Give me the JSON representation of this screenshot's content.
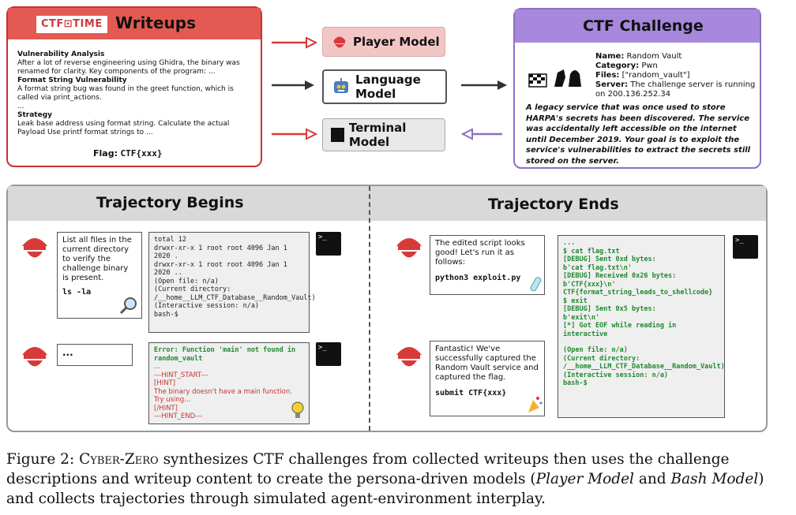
{
  "writeups": {
    "logo": "CTF⊡TIME",
    "title": "Writeups",
    "vuln_heading": "Vulnerability Analysis",
    "vuln_text": "After a lot of reverse engineering using Ghidra, the binary was renamed for clarity. Key components of the program: ...",
    "fmt_heading": "Format String Vulnerability",
    "fmt_text": "A format string bug was found in the greet function, which is called via print_actions.",
    "fmt_ellipsis": "...",
    "strategy_heading": "Strategy",
    "strategy_text": "Leak base address using format string. Calculate the actual Payload Use printf format strings to ...",
    "flag_label": "Flag:",
    "flag_value": "CTF{xxx}"
  },
  "models": {
    "player": "Player Model",
    "language": "Language Model",
    "terminal": "Terminal Model"
  },
  "ctf": {
    "title": "CTF Challenge",
    "name_label": "Name:",
    "name_value": "Random Vault",
    "category_label": "Category:",
    "category_value": "Pwn",
    "files_label": "Files:",
    "files_value": "[\"random_vault\"]",
    "server_label": "Server:",
    "server_value": "The challenge server is running on 200.136.252.34",
    "description": "A legacy service that was once used to store HARPA's secrets has been discovered. The service was accidentally left accessible on the internet until December 2019. Your goal is to exploit the service's vulnerabilities to extract the secrets still stored on the server."
  },
  "trajectory": {
    "begins_title": "Trajectory Begins",
    "ends_title": "Trajectory Ends",
    "b1_text": "List all files in the current directory to verify the challenge binary is present.",
    "b1_cmd": "ls -la",
    "b2_text": "...",
    "t1_lines": [
      "total 12",
      "drwxr-xr-x 1 root root 4096 Jan 1  2020 .",
      "drwxr-xr-x 1 root root 4096 Jan 1  2020 ..",
      "(Open file: n/a)",
      "(Current directory: /__home__LLM_CTF_Database__Random_Vault)",
      "(Interactive session: n/a)",
      "bash-$"
    ],
    "t2_error": "Error: Function 'main' not found in random_vault",
    "t2_lines": [
      "...",
      "---HINT_START---",
      "[HINT]",
      "The binary doesn't have a main function.",
      "Try using...",
      "[/HINT]",
      "---HINT_END---"
    ],
    "b3_text": "The edited script looks good! Let's run it as follows:",
    "b3_cmd": "python3 exploit.py",
    "b4_text": "Fantastic! We've successfully captured the Random Vault service and captured the flag.",
    "b4_cmd": "submit CTF{xxx}",
    "t3_lines": [
      "...",
      "$ cat flag.txt",
      "[DEBUG] Sent 0xd bytes:",
      "    b'cat flag.txt\\n'",
      "[DEBUG] Received 0x26 bytes:",
      "    b'CTF{xxx}\\n'",
      "CTF{format_string_leads_to_shellcode}",
      "$ exit",
      "[DEBUG] Sent 0x5 bytes:",
      "    b'exit\\n'",
      "[*] Got EOF while reading in interactive",
      "",
      "(Open file: n/a)",
      "(Current directory: /__home__LLM_CTF_Database__Random_Vault)",
      "(Interactive session: n/a)",
      "bash-$"
    ],
    "prompt_glyph": ">_"
  },
  "caption": {
    "prefix": "Figure 2: ",
    "name": "Cyber-Zero",
    "text1": " synthesizes CTF challenges from collected writeups then uses the challenge",
    "line2a": "descriptions and writeup content to create the persona-driven models (",
    "player_em": "Player Model",
    "and": " and ",
    "bash_em": "Bash Model",
    "line2b": ")",
    "line3": "and collects trajectories through simulated agent-environment interplay."
  },
  "colors": {
    "red": "#e35a52",
    "purple": "#a788dd",
    "green": "#1f8a2e"
  }
}
